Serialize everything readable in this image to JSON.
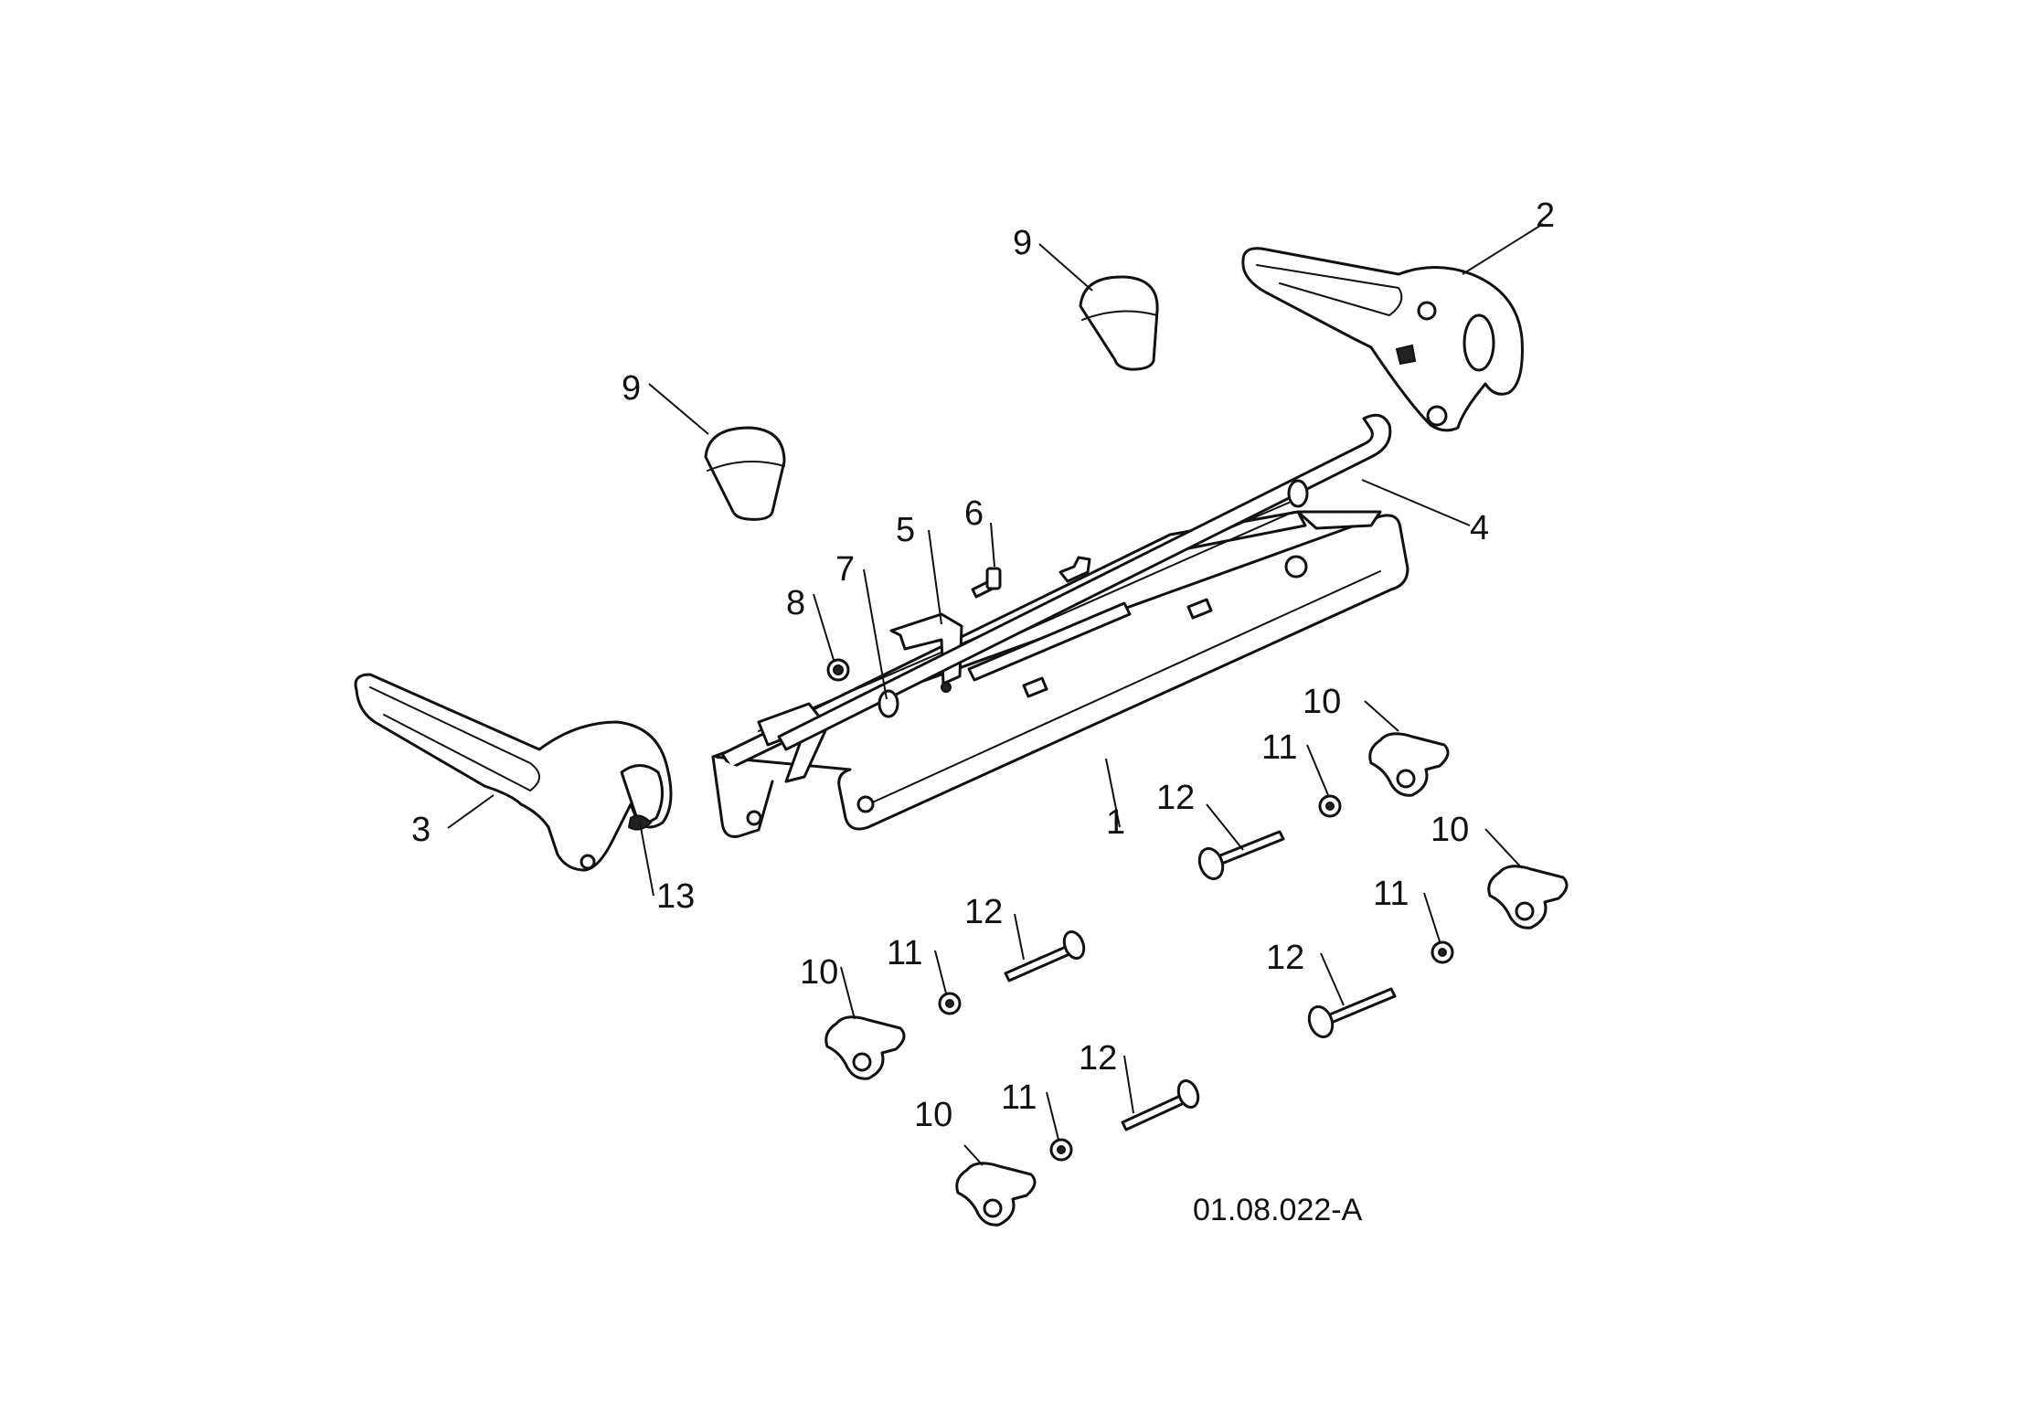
{
  "diagram": {
    "reference_code": "01.08.022-A",
    "callouts": {
      "c1": "1",
      "c2": "2",
      "c3": "3",
      "c4": "4",
      "c5": "5",
      "c6": "6",
      "c7": "7",
      "c8": "8",
      "c9a": "9",
      "c9b": "9",
      "c10a": "10",
      "c10b": "10",
      "c10c": "10",
      "c10d": "10",
      "c11a": "11",
      "c11b": "11",
      "c11c": "11",
      "c11d": "11",
      "c12a": "12",
      "c12b": "12",
      "c12c": "12",
      "c12d": "12",
      "c13": "13"
    }
  }
}
